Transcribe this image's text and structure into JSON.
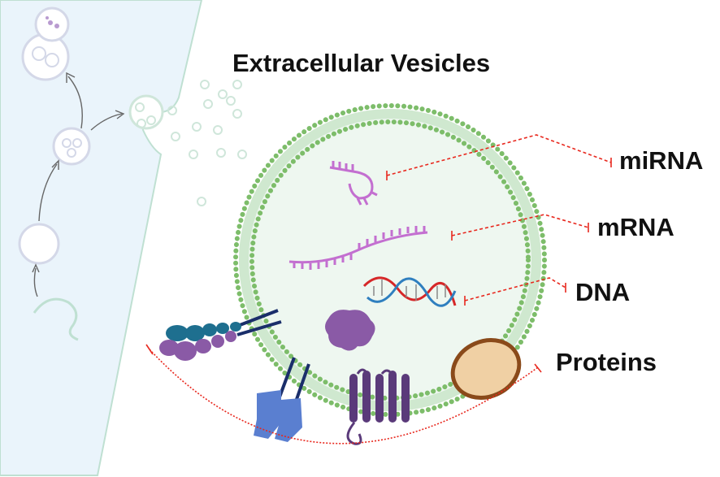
{
  "diagram": {
    "title": "Extracellular Vesicles",
    "cargo_labels": {
      "mirna": "miRNA",
      "mrna": "mRNA",
      "dna": "DNA",
      "proteins": "Proteins"
    },
    "colors": {
      "membrane_dots": "#7dbd6a",
      "vesicle_fill": "#eef7f0",
      "cell_fill": "#eaf4fb",
      "rna": "#c36fd0",
      "dna_red": "#d62728",
      "dna_blue": "#2f7fbf",
      "protein_purple": "#8a5aa6",
      "receptor_blue": "#5a7fd0",
      "teal": "#1e6f8f",
      "lipid_droplet": "#f0d0a4",
      "lipid_border": "#8a4a1a",
      "pointer": "#e8281e"
    }
  }
}
